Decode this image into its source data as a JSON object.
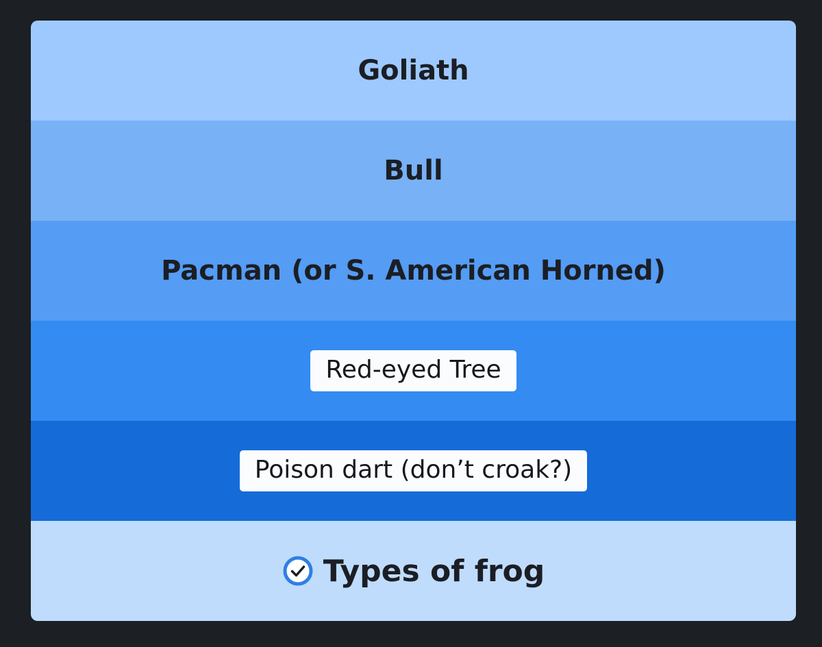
{
  "items": [
    {
      "label": "Goliath",
      "color": "#9ec9ff",
      "style": "plain"
    },
    {
      "label": "Bull",
      "color": "#78b1f6",
      "style": "plain"
    },
    {
      "label": "Pacman (or S. American Horned)",
      "color": "#559cf4",
      "style": "plain"
    },
    {
      "label": "Red-eyed Tree",
      "color": "#348bf1",
      "style": "pill"
    },
    {
      "label": "Poison dart (don’t croak?)",
      "color": "#156bd8",
      "style": "pill"
    }
  ],
  "footer": {
    "label": "Types of frog",
    "color": "#bfdcfc",
    "icon": "check-circle-icon",
    "icon_color": "#2f7fe4"
  }
}
